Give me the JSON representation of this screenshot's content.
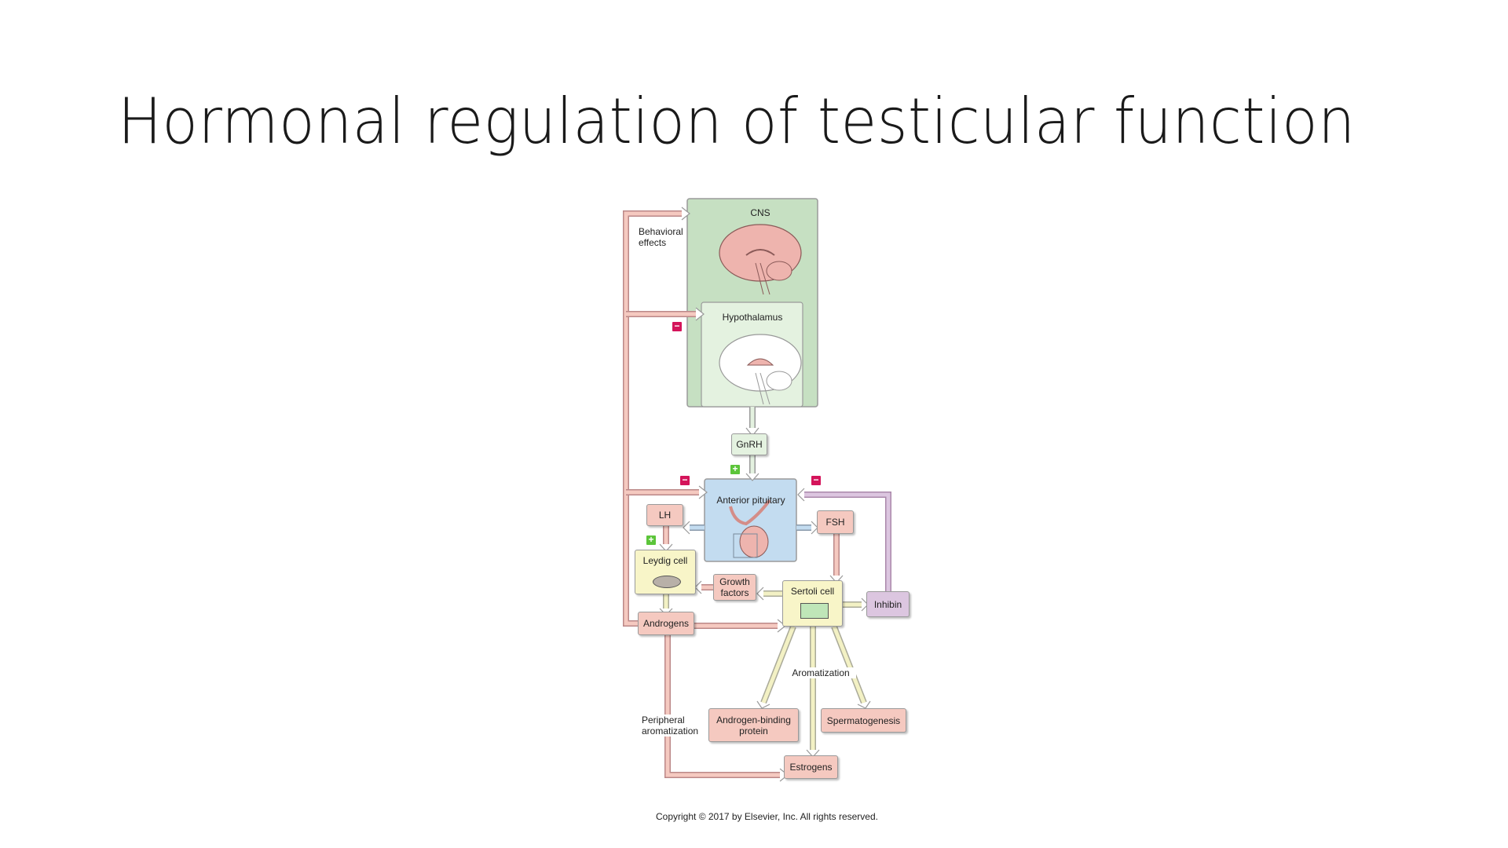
{
  "slide": {
    "title": "Hormonal regulation of testicular function",
    "copyright": "Copyright © 2017 by Elsevier, Inc. All rights reserved."
  },
  "diagram": {
    "cns": "CNS",
    "hypothalamus": "Hypothalamus",
    "behavioral_effects": "Behavioral effects",
    "gnrh": "GnRH",
    "anterior_pituitary": "Anterior pituitary",
    "lh": "LH",
    "fsh": "FSH",
    "leydig_cell": "Leydig cell",
    "growth_factors": "Growth factors",
    "sertoli_cell": "Sertoli cell",
    "inhibin": "Inhibin",
    "androgens": "Androgens",
    "aromatization": "Aromatization",
    "peripheral_aromatization": "Peripheral aromatization",
    "androgen_binding_protein": "Androgen-binding protein",
    "spermatogenesis": "Spermatogenesis",
    "estrogens": "Estrogens",
    "signs": {
      "minus": "−",
      "plus": "+"
    }
  },
  "colors": {
    "pink_arrow": "#f5c9c0",
    "yellow_arrow": "#f3f1c4",
    "cns_green": "#c6e0c2",
    "pituitary_blue": "#c3dcf0",
    "inhibin_purple": "#dcc6e0",
    "minus_red": "#d4145a",
    "plus_green": "#5cc53a"
  }
}
